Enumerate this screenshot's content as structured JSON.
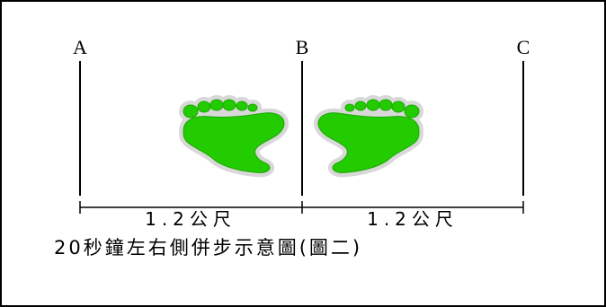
{
  "points": {
    "a": "A",
    "b": "B",
    "c": "C"
  },
  "distances": {
    "left": "1.2公尺",
    "right": "1.2公尺"
  },
  "caption": "20秒鐘左右側併步示意圖(圖二)",
  "icons": {
    "left_foot": "footprint-icon",
    "right_foot": "footprint-icon"
  },
  "colors": {
    "footprint_fill": "#22cc00",
    "footprint_outline": "#d8d8d8"
  }
}
